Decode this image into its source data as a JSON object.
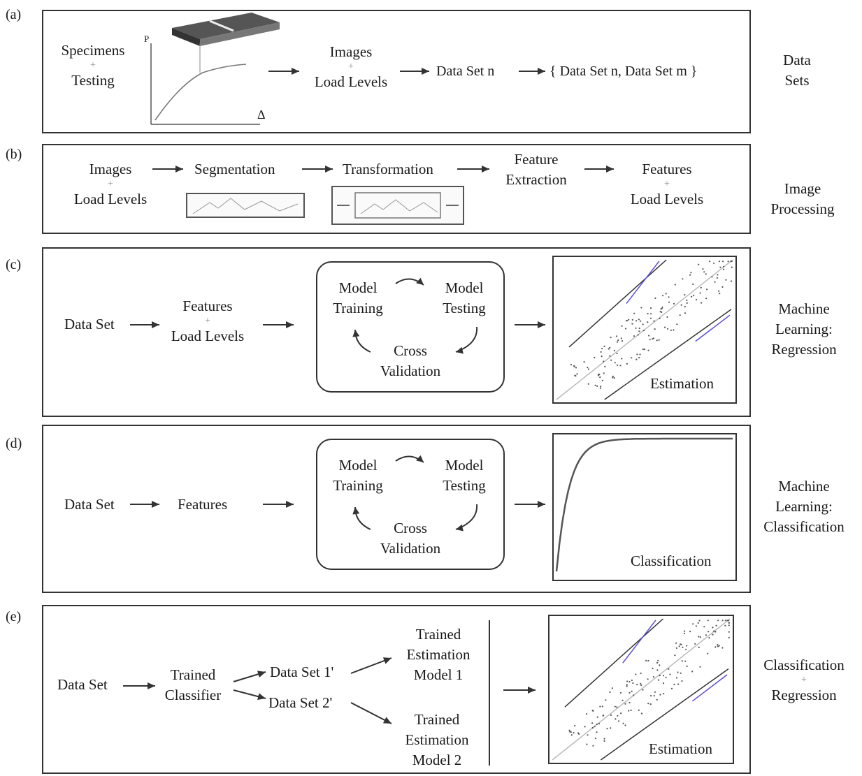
{
  "panels": {
    "a": {
      "label": "(a)",
      "specimens": "Specimens",
      "testing": "Testing",
      "p_axis": "P",
      "delta_axis": "Δ",
      "images": "Images",
      "load_levels": "Load Levels",
      "data_set_n": "Data Set n",
      "data_set_split": "{ Data Set n, Data Set m }",
      "side": [
        "Data",
        "Sets"
      ]
    },
    "b": {
      "label": "(b)",
      "images": "Images",
      "load_levels": "Load Levels",
      "segmentation": "Segmentation",
      "transformation": "Transformation",
      "feature_extraction": [
        "Feature",
        "Extraction"
      ],
      "features": "Features",
      "load_levels_2": "Load Levels",
      "side": [
        "Image",
        "Processing"
      ]
    },
    "c": {
      "label": "(c)",
      "data_set": "Data Set",
      "features": "Features",
      "load_levels": "Load Levels",
      "model_training": [
        "Model",
        "Training"
      ],
      "model_testing": [
        "Model",
        "Testing"
      ],
      "cross_validation": [
        "Cross",
        "Validation"
      ],
      "chart_caption": "Estimation",
      "side": [
        "Machine",
        "Learning:",
        "Regression"
      ]
    },
    "d": {
      "label": "(d)",
      "data_set": "Data Set",
      "features": "Features",
      "model_training": [
        "Model",
        "Training"
      ],
      "model_testing": [
        "Model",
        "Testing"
      ],
      "cross_validation": [
        "Cross",
        "Validation"
      ],
      "chart_caption": "Classification",
      "side": [
        "Machine",
        "Learning:",
        "Classification"
      ]
    },
    "e": {
      "label": "(e)",
      "data_set": "Data Set",
      "trained_classifier": [
        "Trained",
        "Classifier"
      ],
      "data_set_1": "Data Set 1'",
      "data_set_2": "Data Set 2'",
      "model_1": [
        "Trained",
        "Estimation",
        "Model 1"
      ],
      "model_2": [
        "Trained",
        "Estimation",
        "Model 2"
      ],
      "chart_caption": "Estimation",
      "side": [
        "Classification",
        "Regression"
      ]
    }
  },
  "colors": {
    "line": "#333333",
    "band": "#5a4fd0",
    "fit": "#bbbbbb",
    "plus": "#888888"
  }
}
